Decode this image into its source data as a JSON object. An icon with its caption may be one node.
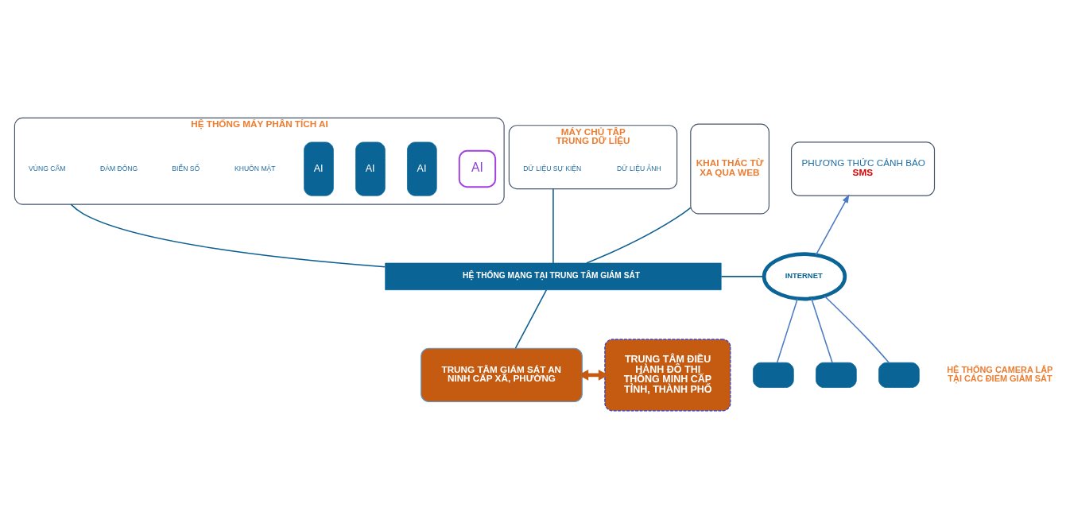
{
  "diagram": {
    "nodes": [
      {
        "text": [
          "HỆ THỐNG MÁY PHÂN TÍCH AI"
        ]
      },
      {
        "text": [
          "AI"
        ],
        "in": 0
      },
      {
        "text": [
          "AI"
        ],
        "in": 0
      },
      {
        "text": [
          "AI"
        ],
        "in": 0
      },
      {
        "text": [
          "AI"
        ],
        "in": 0
      },
      {
        "text": [
          "KHUÔN MẶT"
        ],
        "in": 0
      },
      {
        "text": [
          "BIỂN SỐ"
        ],
        "in": 0
      },
      {
        "text": [
          "ĐÁM ĐÔNG"
        ],
        "in": 0
      },
      {
        "text": [
          "VÙNG CẤM"
        ],
        "in": 0
      },
      {
        "text": [
          "MÁY CHỦ TẬP TRUNG DỮ LIỆU"
        ]
      },
      {
        "text": [
          "DỮ LIỆU ẢNH"
        ],
        "in": 9
      },
      {
        "text": [
          "DỮ LIỆU SỰ KIỆN"
        ],
        "in": 9
      },
      {
        "text": [
          "KHAI THÁC TỪ XA QUA WEB"
        ]
      },
      {
        "text": [
          "PHƯƠNG THỨC CẢNH BÁO",
          "SMS"
        ]
      },
      {
        "text": [
          "HỆ THỐNG MẠNG TẠI TRUNG TÂM GIÁM SÁT"
        ]
      },
      {
        "text": [
          "INTERNET"
        ]
      },
      {
        "text": [],
        "shape": "box"
      },
      {
        "text": [],
        "shape": "box"
      },
      {
        "text": [],
        "shape": "box"
      },
      {
        "text": [
          "TRUNG TÂM GIÁM SÁT AN NINH CẤP XÃ, PHƯỜNG"
        ]
      },
      {
        "text": [
          "TRUNG TÂM ĐIỀU HÀNH ĐÔ THỊ THÔNG MINH CẤP TỈNH, THÀNH PHỐ"
        ]
      }
    ],
    "edges": [
      {
        "from": 0,
        "to": 14,
        "arrow": "none"
      },
      {
        "from": 9,
        "to": 14,
        "arrow": "none"
      },
      {
        "from": 12,
        "to": 14,
        "arrow": "none"
      },
      {
        "from": 14,
        "to": 15,
        "arrow": "none"
      },
      {
        "from": 15,
        "to": 13,
        "arrow": "to",
        "color": "#4a7bc4"
      },
      {
        "from": 15,
        "to": 16,
        "arrow": "none",
        "color": "#4a7bc4"
      },
      {
        "from": 15,
        "to": 17,
        "arrow": "none",
        "color": "#4a7bc4"
      },
      {
        "from": 15,
        "to": 18,
        "arrow": "none",
        "color": "#4a7bc4"
      },
      {
        "from": 14,
        "to": 19,
        "arrow": "none"
      },
      {
        "from": 19,
        "to": 20,
        "arrow": "both",
        "style": "thick",
        "color": "#c55a11"
      }
    ],
    "labels": [
      "HỆ THỐNG CAMERA LẮP TẠI CÁC ĐIỂM GIÁM SÁT"
    ]
  }
}
